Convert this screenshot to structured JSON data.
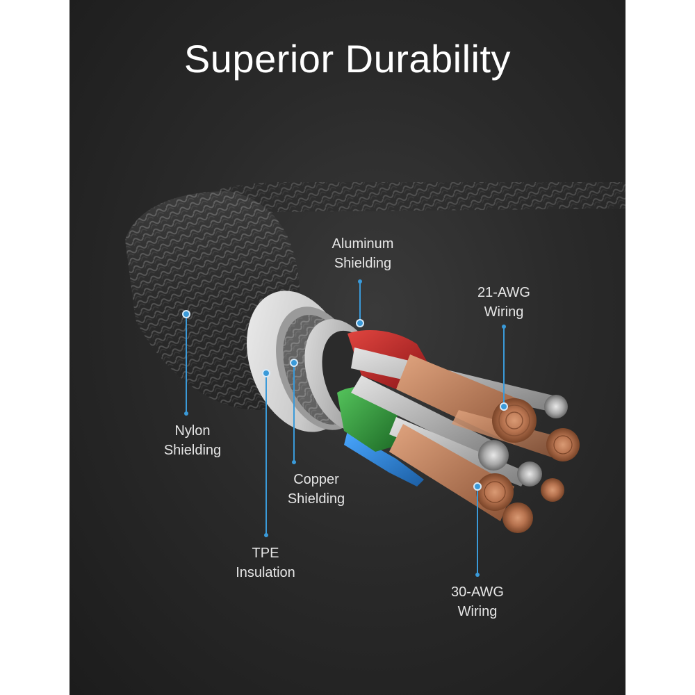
{
  "title": "Superior Durability",
  "callouts": {
    "aluminum_shielding": {
      "line1": "Aluminum",
      "line2": "Shielding"
    },
    "awg21_wiring": {
      "line1": "21-AWG",
      "line2": "Wiring"
    },
    "nylon_shielding": {
      "line1": "Nylon",
      "line2": "Shielding"
    },
    "copper_shielding": {
      "line1": "Copper",
      "line2": "Shielding"
    },
    "tpe_insulation": {
      "line1": "TPE",
      "line2": "Insulation"
    },
    "awg30_wiring": {
      "line1": "30-AWG",
      "line2": "Wiring"
    }
  },
  "colors": {
    "accent_line": "#3a9ad9",
    "background": "#262626",
    "red_wire": "#c0282a",
    "green_wire": "#2f9a3a",
    "blue_wire": "#2c82d6",
    "copper": "#c98a66",
    "silver": "#bdbdbd"
  }
}
